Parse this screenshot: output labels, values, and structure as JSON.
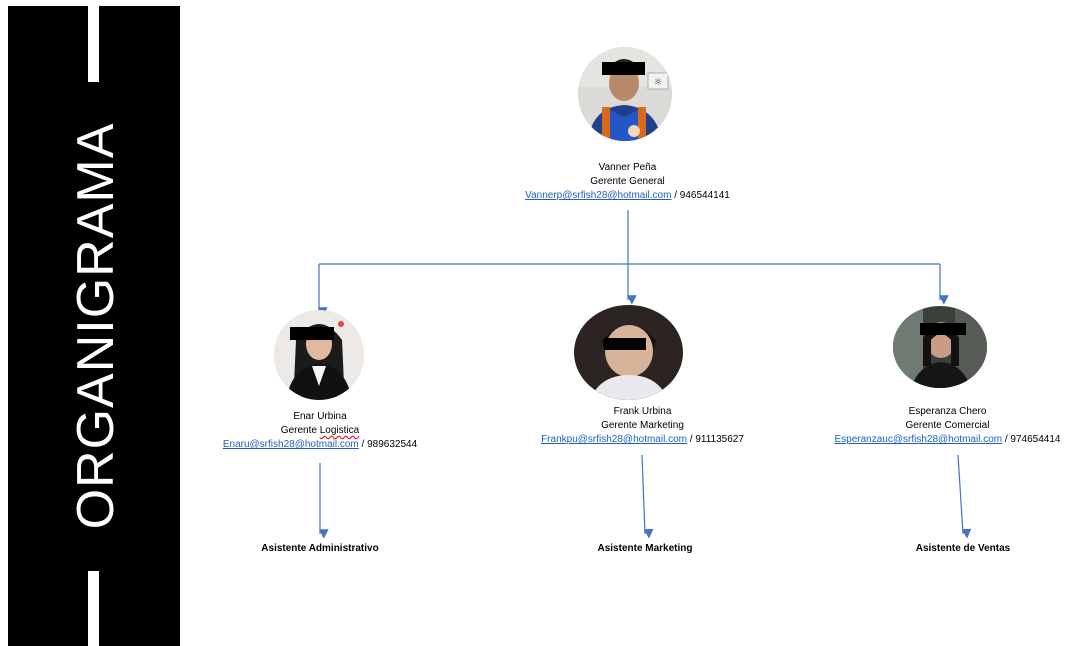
{
  "sidebar": {
    "title": "ORGANIGRAMA"
  },
  "colors": {
    "connector": "#4472c4",
    "link": "#1f5fbf",
    "sidebar_bg": "#000000"
  },
  "root": {
    "name": "Vanner Peña",
    "role": "Gerente General",
    "email": "Vannerp@srfish28@hotmail.com",
    "phone": " / 946544141"
  },
  "managers": [
    {
      "name": "Enar Urbina",
      "role_pre": "Gerente ",
      "role_flagged": "Logistica",
      "email": "Enaru@srfish28@hotmail.com",
      "phone": " / 989632544",
      "assistant": "Asistente Administrativo"
    },
    {
      "name": "Frank Urbina",
      "role": "Gerente Marketing",
      "email": "Frankpu@srfish28@hotmail.com",
      "phone": " / 911135627",
      "assistant": "Asistente Marketing"
    },
    {
      "name": "Esperanza Chero",
      "role": "Gerente Comercial",
      "email": "Esperanzauc@srfish28@hotmail.com",
      "phone": " / 974654414",
      "assistant": "Asistente de Ventas"
    }
  ]
}
